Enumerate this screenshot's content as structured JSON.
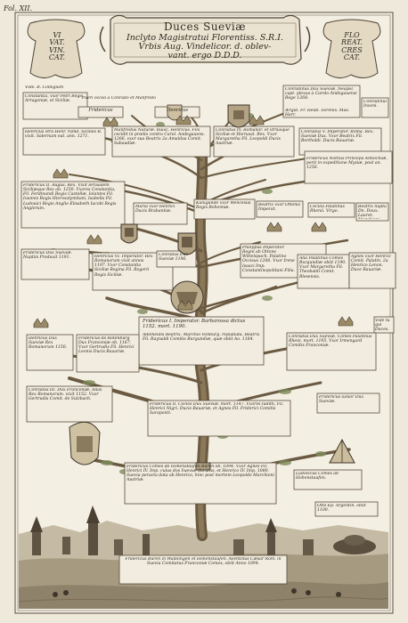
{
  "folio": "Fol. XII.",
  "title": {
    "line1": "Duces Sueviæ",
    "line2": "Inclyto Magistratui Florentiss. S.R.I.",
    "line3": "Vrbis Aug. Vindelicor. d. oblev-",
    "line4": "vant. ergo D.D.D."
  },
  "mottos": {
    "left": [
      "VI",
      "VAT.",
      "VIN.",
      "CAT."
    ],
    "right": [
      "FLO",
      "REAT.",
      "CRES",
      "CAT."
    ]
  },
  "captions": [
    {
      "name": "caption-vide-collegium",
      "text": "Vide. B. Collegium"
    },
    {
      "name": "caption-constantia",
      "text": "Constantia, vxor Petri Regis Arragoniæ, et Siciliæ."
    },
    {
      "name": "caption-pueri",
      "text": "Pueri occisi à Conrado et Manfredo"
    },
    {
      "name": "caption-fridericus",
      "text": "Fridericus"
    },
    {
      "name": "caption-henricus",
      "text": "Henricus"
    },
    {
      "name": "caption-conradinus",
      "text": "Conradinus Dux Sueviæ, Neapol. capt. plexus à Carolo Andegauensi Rege 1268."
    },
    {
      "name": "caption-conradinus-sub",
      "text": "Ærgid. Fr. Heidl. Serenis. Mas. Harr."
    },
    {
      "name": "caption-corner-right",
      "text": "Conradinus Inveni."
    },
    {
      "name": "caption-henricus-rex",
      "text": "Henricus vtra Henr. rumd. Sicilies R. vixit. Salernum eat. ann. 1271."
    },
    {
      "name": "caption-manfredus",
      "text": "Manfredus Naturæ. Ruisc. Henricus. Fils cecidit in prœlio contra Carol. Andegauens. 1266. vxor sua Beatrix 2a Amaldus Comit. Sabaudiæ."
    },
    {
      "name": "caption-conradus-iv",
      "text": "Conradus IV. Romanor. et vtriusque Siciliæ et Hierusal. Rex. Vxor Margaretha Fil. Leopoldi Ducis Austriæ."
    },
    {
      "name": "caption-conradus-v",
      "text": "Conradus V. Imperator. Roma. Rex. Sueviæ Dux. Vxor Beatrix Fil. Bertholdi. Ducis Bauariæ."
    },
    {
      "name": "caption-fridericus-nothus",
      "text": "Fridericus Nothus Princeps Antiochiæ, perit in expeditione Mysiæ, post an. 1256."
    },
    {
      "name": "caption-fridericus-ii",
      "text": "Fridericus II. Augus. Rex. Vixit Ierusalem Siciliæque Rex ob. 1250. Vxores Constantia, Fil. Ferdinandi Regis Castellæ, Iolantes Fil. Ioannis Regis Hierosolymitani, Isabella Fil. Ludouici Regis Anglie Elisabeth Iacobi Regis Anglorum."
    },
    {
      "name": "caption-maria",
      "text": "Maria vxor Henrici Ducis Brabantiæ."
    },
    {
      "name": "caption-kunigundis",
      "text": "Kunigunde vxor Wenceslai Regis Bohemiæ."
    },
    {
      "name": "caption-beatrix",
      "text": "Beatrix vxor Ottonis Imperat."
    },
    {
      "name": "caption-cecilia",
      "text": "Cecilia Palatinus Rhenii. Virgo."
    },
    {
      "name": "caption-beatrix-nupta",
      "text": "Beatrix nupta Dn. Doux. Lauret. Marchioni."
    },
    {
      "name": "caption-fridericus-dux",
      "text": "Fridericus Dux Sueviæ. Nuptiis Produxit 1191."
    },
    {
      "name": "caption-henricus-vi",
      "text": "Henricus VI. Imperator. Rex Romanorum vixit annos 1197. Vxor Constantia Siciliæ Regina Fil. Rogerii Regis Siciliæ."
    },
    {
      "name": "caption-conradus-dux",
      "text": "Conradus Dux Sueviæ 1196."
    },
    {
      "name": "caption-philippus",
      "text": "Philippus Imperator. Regni ab Ottone Wittelspach. Palatino Occisus 1208. Vxor Irene Isaaci Imp. Constantinopolitani Filia."
    },
    {
      "name": "caption-alia-pals",
      "text": "Alia Palatinus Comes Burgundiæ obiit 1190. Vxor Margaretha Fil. Theobaldi Comit. Blesensis."
    },
    {
      "name": "caption-agnes",
      "text": "Agnes vxor Henrici Comit. Palatin. 2a Henrico Lenon. Duce Bauariæ."
    },
    {
      "name": "caption-vide-tu",
      "text": "Vide tu qui Duces."
    },
    {
      "name": "caption-fridericus-i",
      "text": "Fridericus I. Imperator. Barbarossa dictus 1152. mort. 1190."
    },
    {
      "name": "caption-fridericus-i-sub",
      "text": "Adelheidis Beatrix. Marchio Vohburg. repudiata. Beatrix Fil. Raynaldi Comitis Burgundiæ, quæ obiit Ao. 1184."
    },
    {
      "name": "caption-henricus-dux",
      "text": "Henricus Dux Sueviæ Rex Romanorum 1150."
    },
    {
      "name": "caption-fridericus-rotenburg",
      "text": "Fridericus de Rotenburg Dux Franconiæ ob. 1167. Vxor Gertrudis Fil. Henrici Leonis Ducis Bauariæ."
    },
    {
      "name": "caption-conradus-palatinus",
      "text": "Conradus Dux Sueviæ, Comes Palatinus Rheni. mort. 1195. Vxor Irmengard Comitis Franconiæ."
    },
    {
      "name": "caption-conradus-iii",
      "text": "Conradus III. Dux Franconiæ. Alias Rex Romanorum. vixit 1152. Vxor Gertrudis Comit. de Sulzbach."
    },
    {
      "name": "caption-fridericus-ii-cocles",
      "text": "Fridericus II. Cocles Dux Sueviæ. mort. 1147. Vxores Iudith, Fil. Henrici Nigri. Ducis Bauariæ, et Agnes Fil. Friderici Comitis Saraponti."
    },
    {
      "name": "caption-fridericus-iunior",
      "text": "Fridericus iunior Dux Sueviæ."
    },
    {
      "name": "caption-fridericus-comes",
      "text": "Fridericus Comes de Hohenstaufen Buren ob. 1094. Vxor Agnes Fil. Henrici IV. Imp. cuius dos Sueviæ ducatus, et Henrico IV. Imp. 1080. Suevia peracta data ab Henrico, hinc post mortem Leopoldo Marchioni Austriæ."
    },
    {
      "name": "caption-ludovicus",
      "text": "Ludovicus Comes ab Hohenstaufen."
    },
    {
      "name": "caption-otto",
      "text": "Otto Ep. Argentin. obiit 1100."
    },
    {
      "name": "caption-fridericus-buren",
      "text": "Fridericus Buren in Waiblingen et Hohenstaufen. Aventinus Cæsar Rom. in Suevia Comitatus Franconiæ Comes, obiit Anno 1094."
    }
  ]
}
